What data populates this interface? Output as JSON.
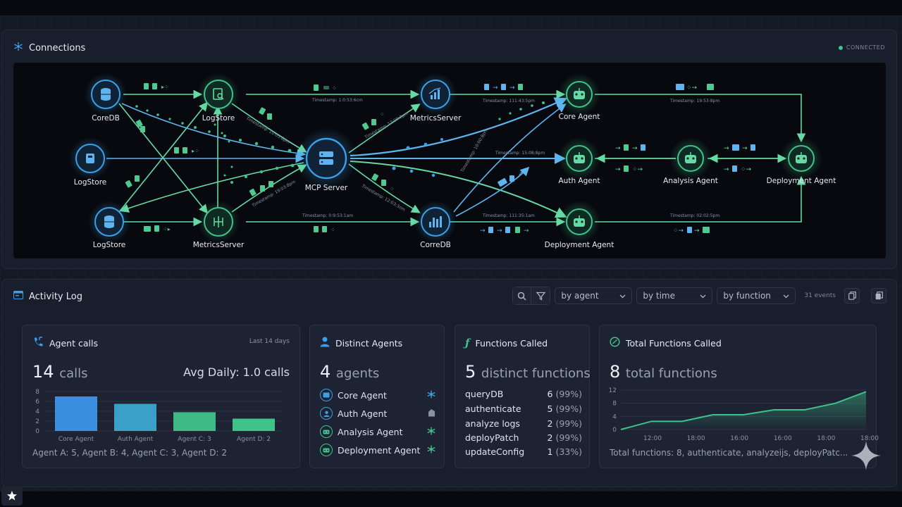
{
  "connections": {
    "title": "Connections",
    "status": "CONNECTED",
    "nodes": {
      "coredb": "CoreDB",
      "logstore_top": "LogStore",
      "logstore_mid": "LogStore",
      "logstore_bot": "LogStore",
      "metrics_bot": "MetricsServer",
      "mcp": "MCP Server",
      "metrics_top": "MetricsServer",
      "corredb": "CorreDB",
      "core_agent": "Core Agent",
      "auth_agent": "Auth Agent",
      "deploy_agent_mid": "Deployment Agent",
      "analysis_agent": "Analysis Agent",
      "deploy_agent_right": "Deployment Agent"
    },
    "timestamps": {
      "t1": "Timestamp: 1:0:53:6cm",
      "t2": "Timestamp: 10:03:8pm",
      "t3": "Timestamp: 12:00:2pm",
      "t4": "Timestamp: 111:43:5pm",
      "t5": "Timestamp: 19:53:8pm",
      "t6": "Timestamp: 10:00:8pm",
      "t7": "Timestamp: 15:08:8pm",
      "t8": "Timestamp: 19:03:8pm",
      "t9": "Timestamp: 0:9:53:1am",
      "t10": "Timestamp: 12:03:3om",
      "t11": "Timestamp: 111:35:1am",
      "t12": "Timestamp: 02:02:5pm"
    }
  },
  "activity": {
    "title": "Activity Log",
    "filters": {
      "agent": "by agent",
      "time": "by time",
      "function": "by function"
    },
    "events": "31 events"
  },
  "agent_calls": {
    "title": "Agent calls",
    "period": "Last 14 days",
    "count": "14",
    "unit": "calls",
    "avg": "Avg Daily: 1.0 calls",
    "footer": "Agent A: 5, Agent B: 4, Agent C: 3, Agent D: 2"
  },
  "distinct_agents": {
    "title": "Distinct Agents",
    "count": "4",
    "unit": "agents",
    "items": [
      "Core Agent",
      "Auth Agent",
      "Analysis Agent",
      "Deployment Agent"
    ]
  },
  "functions_called": {
    "title": "Functions Called",
    "count": "5",
    "unit": "distinct functions",
    "rows": [
      {
        "name": "queryDB",
        "count": "6",
        "pct": "(99%)"
      },
      {
        "name": "authenticate",
        "count": "5",
        "pct": "(99%)"
      },
      {
        "name": "analyze logs",
        "count": "2",
        "pct": "(99%)"
      },
      {
        "name": "deployPatch",
        "count": "2",
        "pct": "(99%)"
      },
      {
        "name": "updateConfig",
        "count": "1",
        "pct": "(33%)"
      }
    ]
  },
  "total_functions": {
    "title": "Total Functions Called",
    "count": "8",
    "unit": "total functions",
    "footer": "Total functions: 8, authenticate, analyzeijs, deployPatc..."
  },
  "chart_data": [
    {
      "type": "bar",
      "categories": [
        "Core Agent",
        "Auth Agent",
        "Agent C: 3",
        "Agent D: 2"
      ],
      "values": [
        7,
        5.5,
        3.8,
        2.5
      ],
      "ylim": [
        0,
        8
      ],
      "yticks": [
        "8",
        "6",
        "4",
        "2",
        "0"
      ],
      "colors": [
        "#3b8fe0",
        "#3aa0c8",
        "#3fba86",
        "#3fc38a"
      ],
      "grid": true
    },
    {
      "type": "area",
      "x": [
        "",
        "12:00",
        "18:00",
        "16:00",
        "16:00",
        "16:00",
        "18:00",
        "18:00",
        ""
      ],
      "values": [
        0,
        2.5,
        2.5,
        4.5,
        4.5,
        6,
        6,
        8,
        11.5
      ],
      "ylim": [
        0,
        12
      ],
      "yticks": [
        "12",
        "8",
        "4",
        "0"
      ],
      "xticks": [
        "12:00",
        "18:00",
        "16:00",
        "16:00",
        "18:00",
        "18:00"
      ],
      "color": "#3fc38a",
      "grid": true
    }
  ]
}
